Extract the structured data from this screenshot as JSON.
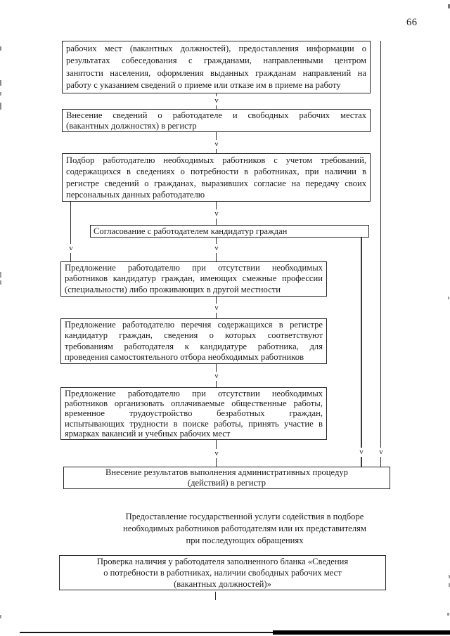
{
  "page": {
    "number": "66"
  },
  "diagram": {
    "arrow_glyph": "v",
    "boxes": {
      "b1": {
        "lines": [
          "рабочих мест (вакантных должностей), предоставления информации о",
          "результатах собеседования с гражданами, направленными центром",
          "занятости населения, оформления выданных гражданам направлений на",
          "работу с указанием сведений о приеме или отказе им в приеме на работу"
        ]
      },
      "b2": {
        "lines": [
          "Внесение сведений о работодателе и свободных рабочих местах",
          "(вакантных должностях) в регистр"
        ]
      },
      "b3": {
        "lines": [
          "Подбор работодателю необходимых работников с учетом требований,",
          "содержащихся в сведениях о потребности в работниках, при наличии в",
          "регистре сведений о гражданах, выразивших согласие на передачу своих",
          "персональных данных работодателю"
        ]
      },
      "b4": {
        "lines": [
          "Согласование с работодателем кандидатур граждан"
        ]
      },
      "b5": {
        "lines": [
          "Предложение работодателю при отсутствии необходимых",
          "работников кандидатур граждан, имеющих смежные профессии",
          "(специальности) либо проживающих в другой местности"
        ]
      },
      "b6": {
        "lines": [
          "Предложение работодателю перечня содержащихся в регистре",
          "кандидатур граждан, сведения о которых соответствуют",
          "требованиям работодателя к кандидатуре работника, для",
          "проведения самостоятельного отбора необходимых работников"
        ]
      },
      "b7": {
        "lines": [
          "Предложение работодателю при отсутствии необходимых",
          "работников организовать оплачиваемые общественные работы,",
          "временное трудоустройство безработных граждан,",
          "испытывающих трудности в поиске работы, принять участие в",
          "ярмарках вакансий и учебных рабочих мест"
        ]
      },
      "b8": {
        "lines": [
          "Внесение результатов выполнения административных процедур",
          "(действий) в регистр"
        ]
      },
      "b9": {
        "lines": [
          "Проверка наличия у работодателя заполненного бланка «Сведения",
          "о потребности в работниках, наличии свободных рабочих мест",
          "(вакантных должностей)»"
        ]
      }
    },
    "section_title": {
      "lines": [
        "Предоставление государственной услуги содействия в подборе",
        "необходимых работников работодателям или их представителям",
        "при последующих обращениях"
      ]
    }
  }
}
